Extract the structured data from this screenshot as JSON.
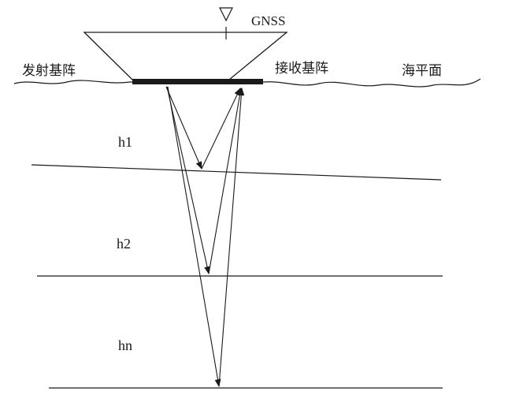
{
  "labels": {
    "gnss": "GNSS",
    "transmit_array": "发射基阵",
    "receive_array": "接收基阵",
    "sea_surface": "海平面",
    "layer1": "h1",
    "layer2": "h2",
    "layern": "hn"
  }
}
